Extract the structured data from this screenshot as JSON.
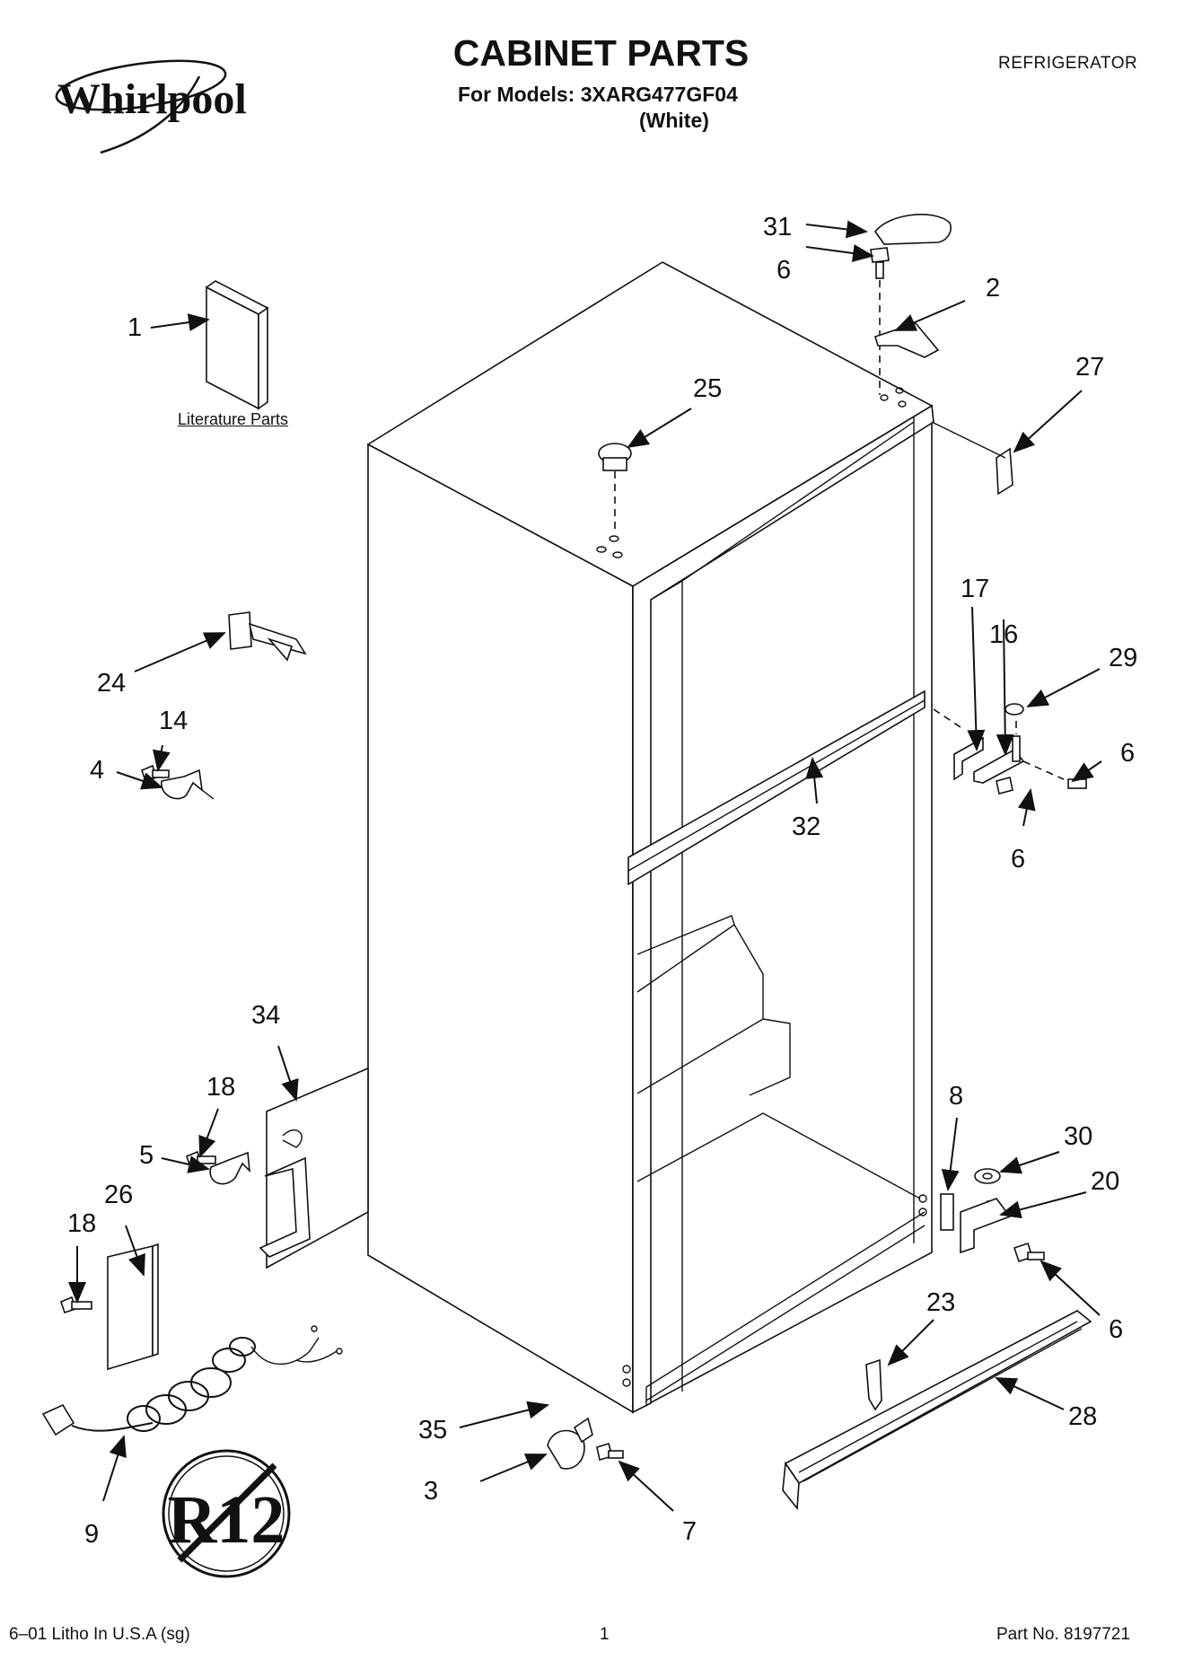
{
  "brand": "Whirlpool",
  "header": {
    "title": "CABINET PARTS",
    "models_line": "For Models: 3XARG477GF04",
    "variant": "(White)",
    "category": "REFRIGERATOR"
  },
  "literature_label": "Literature Parts",
  "callouts": {
    "c1": "1",
    "c2": "2",
    "c3": "3",
    "c4": "4",
    "c5": "5",
    "c6a": "6",
    "c6b": "6",
    "c6c": "6",
    "c6d": "6",
    "c7": "7",
    "c8": "8",
    "c9": "9",
    "c14": "14",
    "c16": "16",
    "c17": "17",
    "c18a": "18",
    "c18b": "18",
    "c20": "20",
    "c23": "23",
    "c24": "24",
    "c25": "25",
    "c26": "26",
    "c27": "27",
    "c28": "28",
    "c29": "29",
    "c30": "30",
    "c31": "31",
    "c32": "32",
    "c34": "34",
    "c35": "35"
  },
  "badge": "R12",
  "footer": {
    "left": "6–01 Litho In U.S.A (sg)",
    "page": "1",
    "part_no": "Part No. 8197721"
  }
}
